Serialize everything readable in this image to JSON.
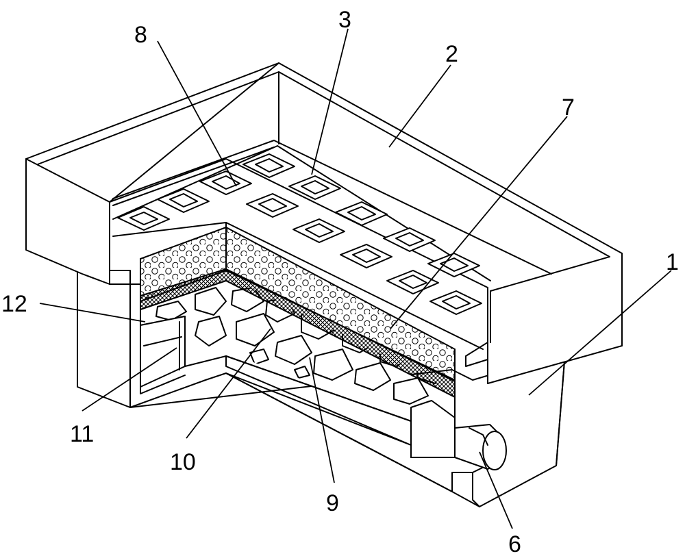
{
  "labels": {
    "l1": "1",
    "l2": "2",
    "l3": "3",
    "l6": "6",
    "l7": "7",
    "l8": "8",
    "l9": "9",
    "l10": "10",
    "l11": "11",
    "l12": "12"
  },
  "colors": {
    "line": "#000000",
    "background": "#ffffff"
  }
}
